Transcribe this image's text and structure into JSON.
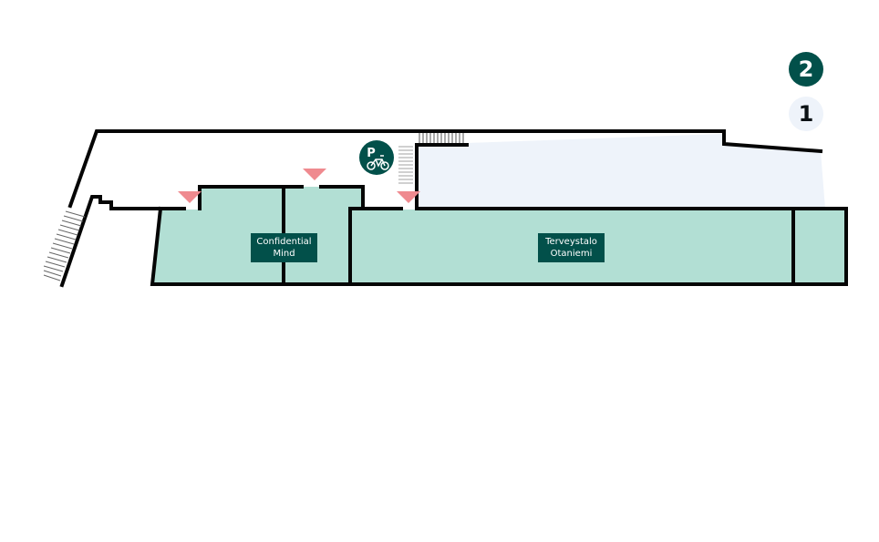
{
  "floor_selector": {
    "floors": [
      {
        "label": "2",
        "state": "active"
      },
      {
        "label": "1",
        "state": "inactive"
      }
    ]
  },
  "rooms": [
    {
      "name_line1": "Confidential",
      "name_line2": "Mind"
    },
    {
      "name_line1": "Terveystalo",
      "name_line2": "Otaniemi"
    }
  ],
  "icons": {
    "bike_parking": {
      "label": "P",
      "name": "bicycle-parking-icon"
    }
  },
  "colors": {
    "tenant_fill": "#b2dfd4",
    "corridor_fill": "#eef3fa",
    "wall": "#050505",
    "label_bg": "#02504a",
    "entrance_marker": "#ef8a8f"
  }
}
